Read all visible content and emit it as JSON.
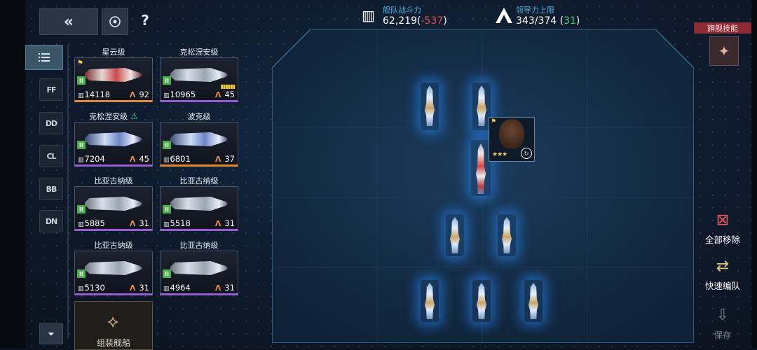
{
  "header": {
    "back_icon": "double-chevron-left-icon",
    "target_icon": "target-icon",
    "help_label": "?"
  },
  "stats": {
    "fleet_power": {
      "label": "舰队战斗力",
      "value": "62,219",
      "delta": "-537"
    },
    "leadership": {
      "label": "领导力上限",
      "value": "343/374",
      "delta": "31"
    }
  },
  "categories": [
    "list",
    "FF",
    "DD",
    "CL",
    "BB",
    "DN"
  ],
  "ships": [
    {
      "name": "星云级",
      "power": "14118",
      "leadership": "92",
      "tier": "II",
      "rarity": "orange",
      "flag": true
    },
    {
      "name": "克松涅安级",
      "power": "10965",
      "leadership": "45",
      "tier": "II",
      "rarity": "purple",
      "ammo": "▮▮▮▮▮▮"
    },
    {
      "name": "克松涅安级",
      "power": "7204",
      "leadership": "45",
      "tier": "II",
      "rarity": "purple",
      "warning": true
    },
    {
      "name": "波克级",
      "power": "6801",
      "leadership": "37",
      "tier": "II",
      "rarity": "orange"
    },
    {
      "name": "比亚古纳级",
      "power": "5885",
      "leadership": "31",
      "tier": "II",
      "rarity": "purple"
    },
    {
      "name": "比亚古纳级",
      "power": "5518",
      "leadership": "31",
      "tier": "II",
      "rarity": "purple"
    },
    {
      "name": "比亚古纳级",
      "power": "5130",
      "leadership": "31",
      "tier": "II",
      "rarity": "purple"
    },
    {
      "name": "比亚古纳级",
      "power": "4964",
      "leadership": "31",
      "tier": "II",
      "rarity": "purple"
    }
  ],
  "assemble_label": "组装舰船",
  "right_panel": {
    "flagship_skill": "旗舰技能",
    "remove_all": "全部移除",
    "quick_form": "快速编队",
    "save": "保存"
  }
}
